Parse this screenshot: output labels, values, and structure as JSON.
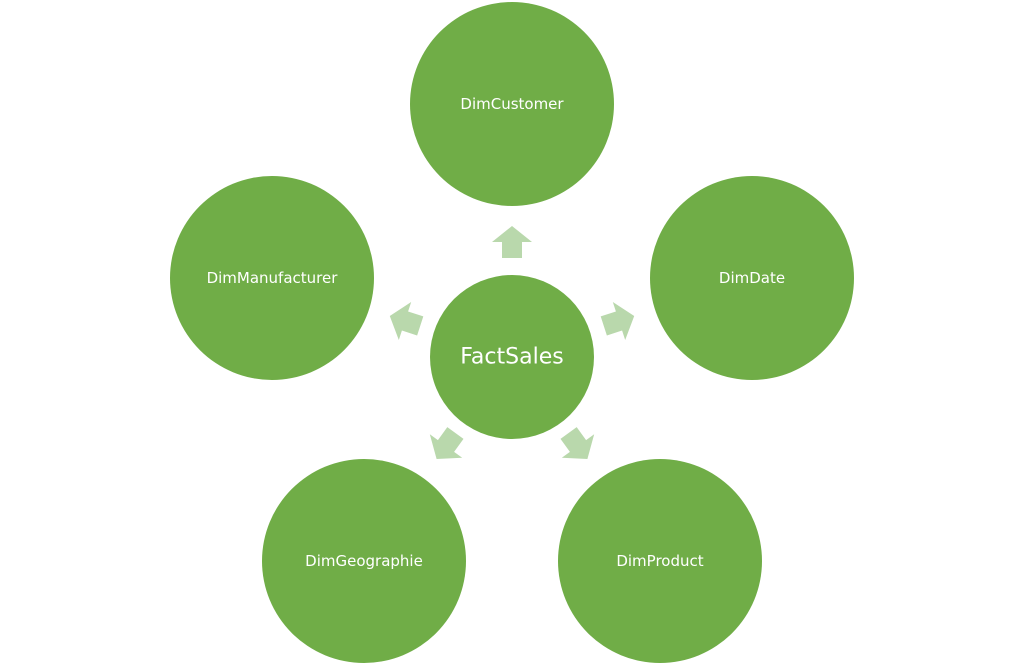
{
  "diagram": {
    "type": "radial-star-schema",
    "colors": {
      "node_fill": "#70AD47",
      "arrow_fill": "#B9D8AC",
      "text": "#ffffff",
      "background": "#ffffff"
    },
    "center": {
      "label": "FactSales"
    },
    "dimensions": [
      {
        "label": "DimCustomer"
      },
      {
        "label": "DimDate"
      },
      {
        "label": "DimProduct"
      },
      {
        "label": "DimGeographie"
      },
      {
        "label": "DimManufacturer"
      }
    ]
  }
}
